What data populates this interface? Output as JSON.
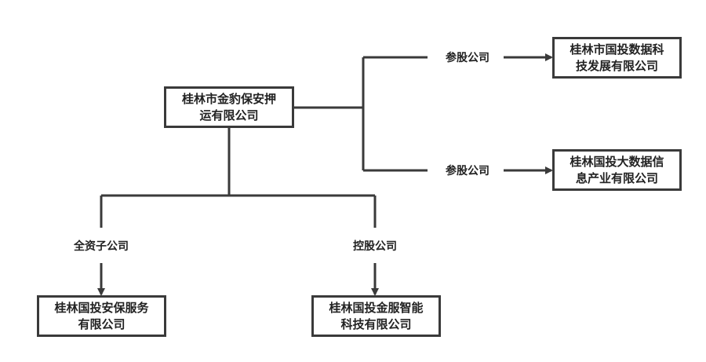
{
  "colors": {
    "line": "#3a3a3a",
    "text": "#222222",
    "background": "#ffffff"
  },
  "nodes": {
    "root": {
      "line1": "桂林市金豹保安押",
      "line2": "运有限公司"
    },
    "tech_dev": {
      "line1": "桂林市国投数据科",
      "line2": "技发展有限公司"
    },
    "big_data": {
      "line1": "桂林国投大数据信",
      "line2": "息产业有限公司"
    },
    "security_service": {
      "line1": "桂林国投安保服务",
      "line2": "有限公司"
    },
    "jinfu_smart": {
      "line1": "桂林国投金服智能",
      "line2": "科技有限公司"
    }
  },
  "edges": {
    "tech_dev": {
      "label": "参股公司"
    },
    "big_data": {
      "label": "参股公司"
    },
    "security_service": {
      "label": "全资子公司"
    },
    "jinfu_smart": {
      "label": "控股公司"
    }
  }
}
